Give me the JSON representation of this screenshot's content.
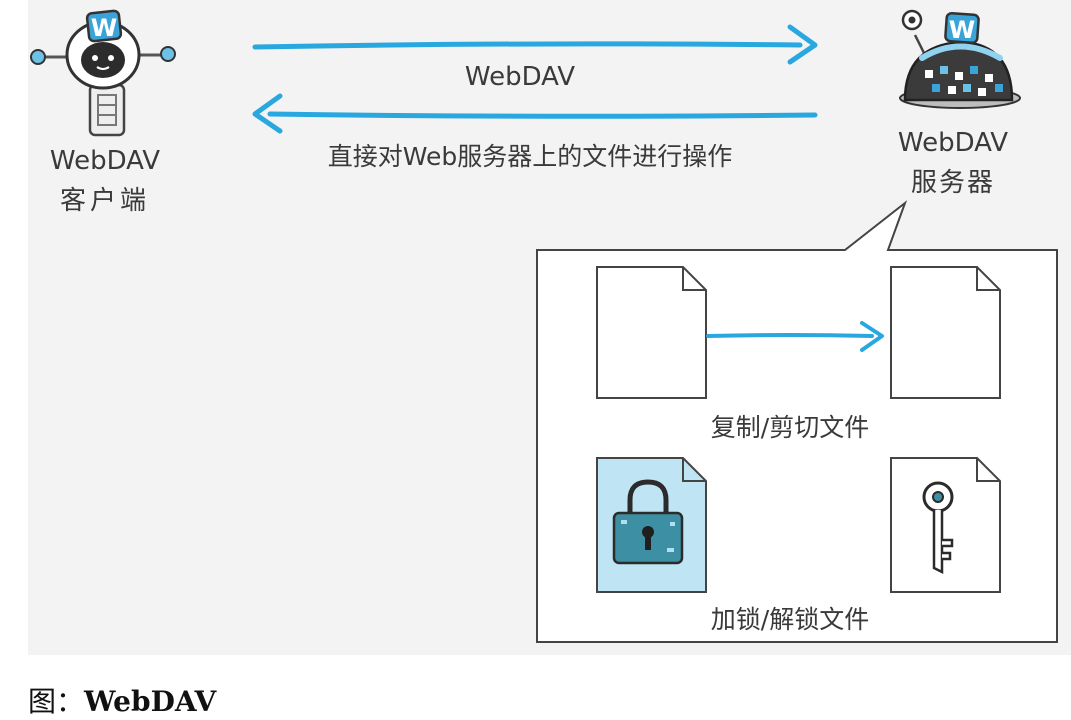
{
  "client": {
    "name": "WebDAV",
    "role": "客户端"
  },
  "server": {
    "name": "WebDAV",
    "role": "服务器"
  },
  "protocol": "WebDAV",
  "operation": "直接对Web服务器上的文件进行操作",
  "operations": [
    {
      "label": "复制/剪切文件"
    },
    {
      "label": "加锁/解锁文件"
    }
  ],
  "robot_badge_letter": "W",
  "caption": {
    "prefix": "图：",
    "title": "WebDAV"
  },
  "colors": {
    "arrow": "#29a7df",
    "lock_fill": "#3d8fa3",
    "locked_file_bg": "#bfe4f3",
    "text": "#3a3a3a"
  },
  "icons": [
    "client-robot-icon",
    "server-robot-icon",
    "file-icon",
    "lock-icon",
    "key-icon"
  ]
}
